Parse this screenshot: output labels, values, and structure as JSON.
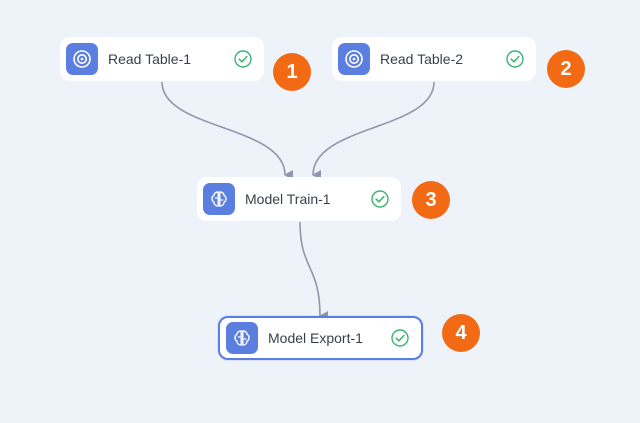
{
  "canvas": {
    "nodes": [
      {
        "id": "read-table-1",
        "label": "Read Table-1",
        "icon": "read-table-icon",
        "status": "success",
        "step": "1"
      },
      {
        "id": "read-table-2",
        "label": "Read Table-2",
        "icon": "read-table-icon",
        "status": "success",
        "step": "2"
      },
      {
        "id": "model-train-1",
        "label": "Model Train-1",
        "icon": "model-brain-icon",
        "status": "success",
        "step": "3"
      },
      {
        "id": "model-export-1",
        "label": "Model Export-1",
        "icon": "model-brain-icon",
        "status": "success",
        "step": "4",
        "selected": true
      }
    ],
    "edges": [
      {
        "from": "read-table-1",
        "to": "model-train-1"
      },
      {
        "from": "read-table-2",
        "to": "model-train-1"
      },
      {
        "from": "model-train-1",
        "to": "model-export-1"
      }
    ]
  },
  "colors": {
    "background": "#eef2f9",
    "node_icon": "#5b7fe0",
    "success": "#3cb371",
    "badge": "#f26a13",
    "edge": "#9097ad",
    "selected_border": "#5b7fe0"
  }
}
